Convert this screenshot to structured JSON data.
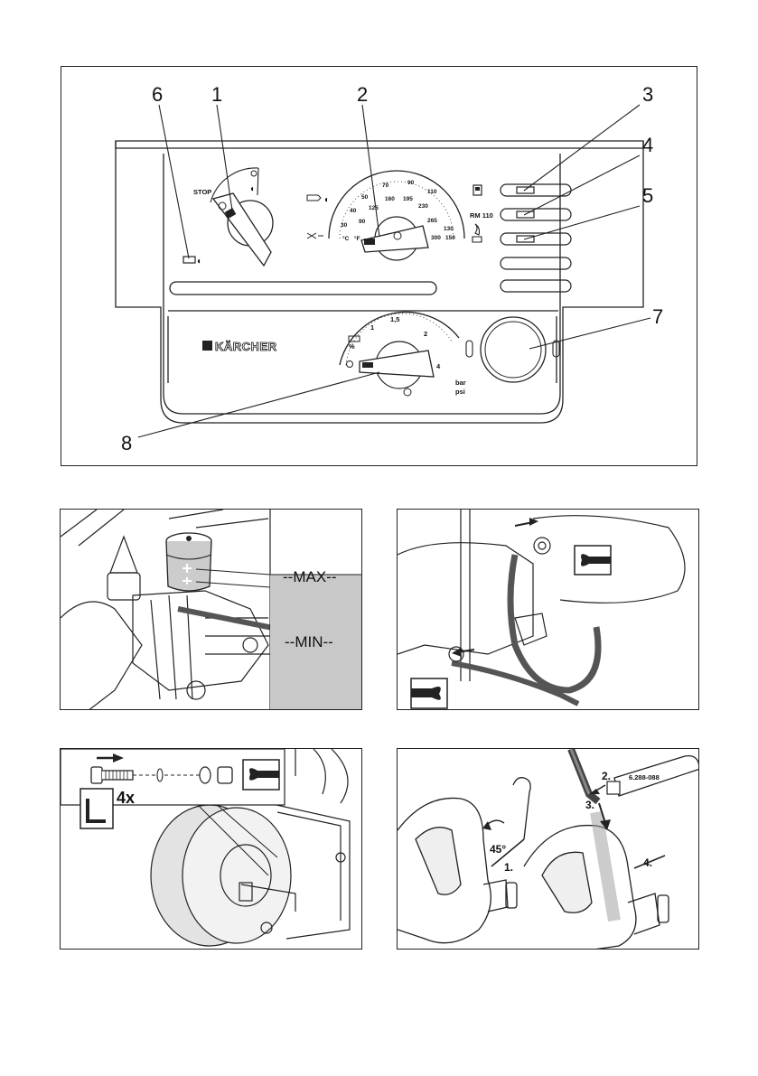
{
  "figure1": {
    "callouts": [
      "1",
      "2",
      "3",
      "4",
      "5",
      "6",
      "7",
      "8"
    ],
    "stop_label": "STOP",
    "temp_scale_c": [
      "30",
      "40",
      "50",
      "70",
      "90",
      "110",
      "130",
      "150"
    ],
    "temp_scale_f": [
      "90",
      "125",
      "160",
      "195",
      "230",
      "265",
      "300"
    ],
    "temp_units": [
      "°C",
      "°F"
    ],
    "rm_label": "RM 110",
    "pressure_scale": [
      "1",
      "1,5",
      "2",
      "4"
    ],
    "pressure_percent": "%",
    "pressure_units": [
      "bar",
      "psi"
    ],
    "brand": "KÄRCHER",
    "power_symbol": "◐"
  },
  "figure2": {
    "max_label": "--MAX--",
    "min_label": "--MIN--"
  },
  "figure4": {
    "count_label": "4x"
  },
  "figure5": {
    "part_number": "6.288-088",
    "steps": [
      "1.",
      "2.",
      "3.",
      "4."
    ],
    "angle": "45°"
  }
}
